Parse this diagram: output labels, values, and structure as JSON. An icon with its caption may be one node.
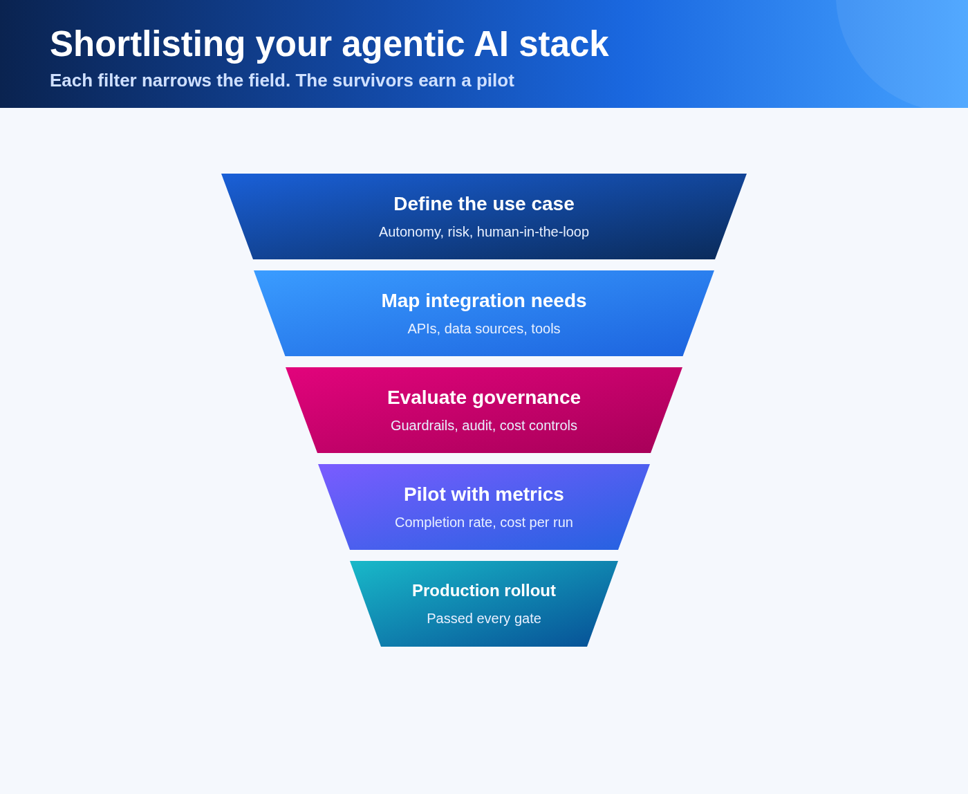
{
  "diagram": {
    "title": "Shortlisting your agentic AI stack",
    "nodes": [
      {
        "text": [
          "Define the use case",
          "Autonomy, risk, human-in-the-loop"
        ]
      },
      {
        "text": [
          "Map integration needs",
          "APIs, data sources, tools"
        ]
      },
      {
        "text": [
          "Evaluate governance",
          "Guardrails, audit, cost controls"
        ]
      },
      {
        "text": [
          "Pilot with metrics",
          "Completion rate, cost per run"
        ]
      },
      {
        "text": [
          "Production rollout",
          "Passed every gate"
        ]
      }
    ],
    "labels": [
      "Each filter narrows the field. The survivors earn a pilot"
    ]
  }
}
